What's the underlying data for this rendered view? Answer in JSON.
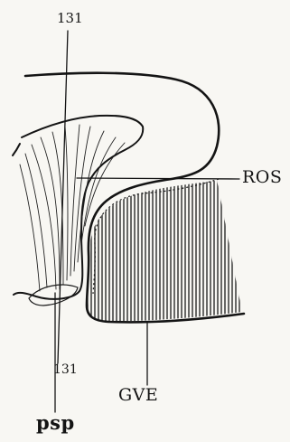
{
  "figure": {
    "labels": {
      "section_top": "131",
      "ros": "ROS",
      "section_bottom": "131",
      "gve": "GVE",
      "psp": "psp"
    },
    "colors": {
      "ink": "#141414",
      "paper": "#f8f7f3"
    }
  }
}
